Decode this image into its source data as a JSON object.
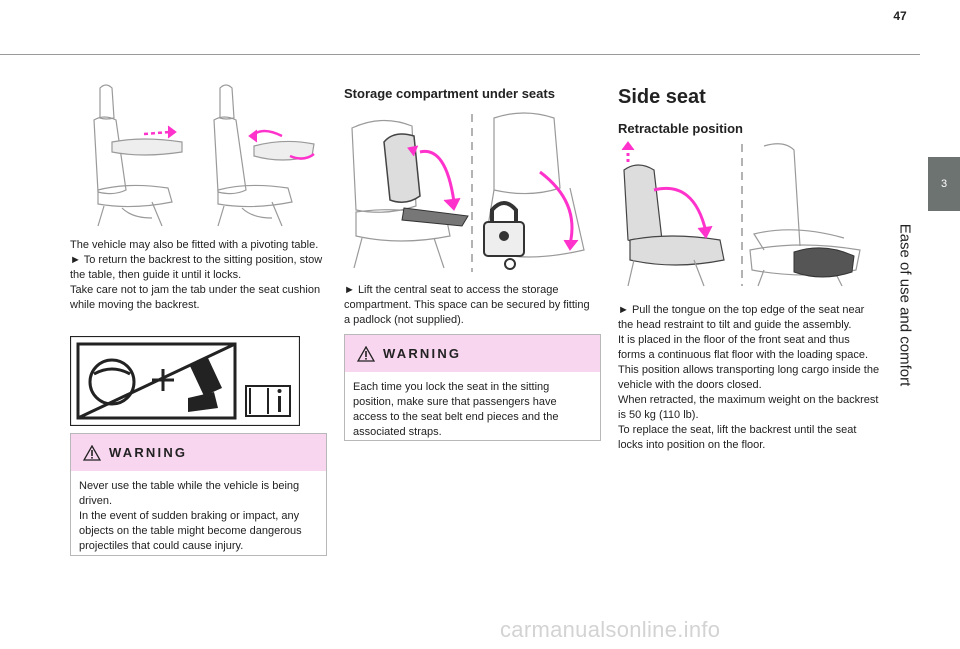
{
  "page_number": "47",
  "chapter": {
    "number": "3",
    "title": "Ease of use and comfort"
  },
  "col1": {
    "paragraphs": [
      "The vehicle may also be fitted with a pivoting table.",
      "► To return the backrest to the sitting position, stow the table, then guide it until it locks.",
      "Take care not to jam the tab under the seat cushion while moving the backrest."
    ],
    "warning": {
      "label": "WARNING",
      "paragraphs": [
        "Never use the table while the vehicle is being driven.",
        "In the event of sudden braking or impact, any objects on the table might become dangerous projectiles that could cause injury."
      ]
    }
  },
  "col2": {
    "heading": "Storage compartment under seats",
    "paragraph": "► Lift the central seat to access the storage compartment. This space can be secured by fitting a padlock (not supplied).",
    "warning": {
      "label": "WARNING",
      "paragraph": "Each time you lock the seat in the sitting position, make sure that passengers have access to the seat belt end pieces and the associated straps."
    }
  },
  "col3": {
    "heading": "Side seat",
    "subheading": "Retractable position",
    "paragraphs": [
      "► Pull the tongue on the top edge of the seat near the head restraint to tilt and guide the assembly.",
      "It is placed in the floor of the front seat and thus forms a continuous flat floor with the loading space.",
      "This position allows transporting long cargo inside the vehicle with the doors closed.",
      "When retracted, the maximum weight on the backrest is 50 kg (110 lb).",
      "To replace the seat, lift the backrest until the seat locks into position on the floor."
    ]
  },
  "footer": "carmanualsonline.info",
  "colors": {
    "accent_magenta": "#ff33cc",
    "warning_bg": "#f9d6f0",
    "tab_bg": "#6d7370"
  }
}
